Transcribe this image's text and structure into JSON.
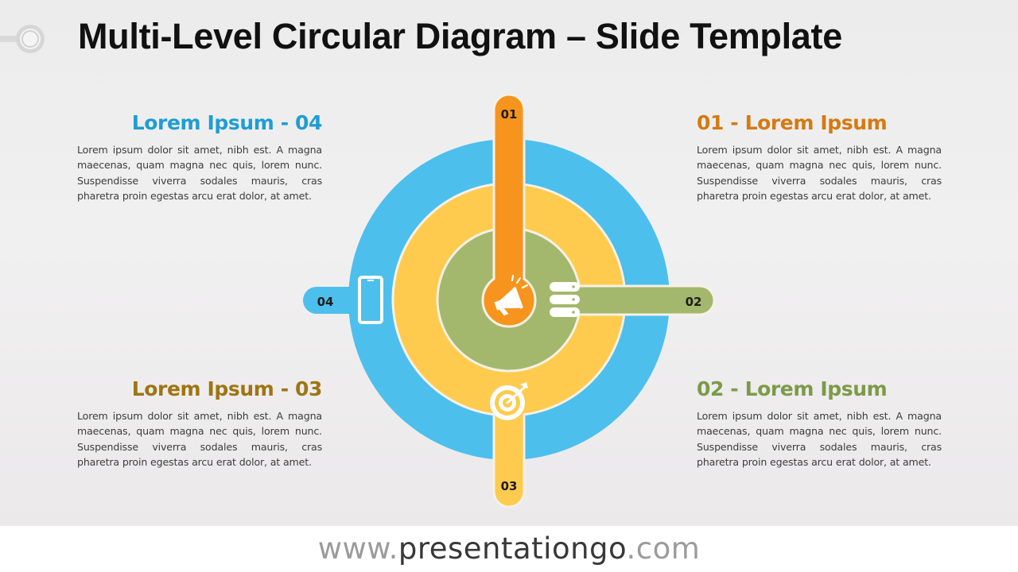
{
  "slide": {
    "title": "Multi-Level Circular Diagram – Slide Template"
  },
  "blocks": {
    "top_left": {
      "heading": "Lorem Ipsum - 04",
      "color": "#1e9dd5",
      "text": "Lorem ipsum dolor sit amet, nibh est. A magna maecenas, quam magna nec quis, lorem nunc. Suspendisse viverra sodales mauris, cras pharetra proin egestas arcu erat dolor, at amet."
    },
    "top_right": {
      "heading": "01 - Lorem Ipsum",
      "color": "#d57a12",
      "text": "Lorem ipsum dolor sit amet, nibh est. A magna maecenas, quam magna nec quis, lorem nunc. Suspendisse viverra sodales mauris, cras pharetra proin egestas arcu erat dolor, at amet."
    },
    "bottom_left": {
      "heading": "Lorem Ipsum - 03",
      "color": "#9e7512",
      "text": "Lorem ipsum dolor sit amet, nibh est. A magna maecenas, quam magna nec quis, lorem nunc. Suspendisse viverra sodales mauris, cras pharetra proin egestas arcu erat dolor, at amet."
    },
    "bottom_right": {
      "heading": "02 - Lorem Ipsum",
      "color": "#7d9a48",
      "text": "Lorem ipsum dolor sit amet, nibh est. A magna maecenas, quam magna nec quis, lorem nunc. Suspendisse viverra sodales mauris, cras pharetra proin egestas arcu erat dolor, at amet."
    }
  },
  "diagram": {
    "levels": [
      {
        "number": "01",
        "color": "#f7941d",
        "icon": "megaphone-icon"
      },
      {
        "number": "02",
        "color": "#a3b86c",
        "icon": "database-icon"
      },
      {
        "number": "03",
        "color": "#fecb4e",
        "icon": "target-icon"
      },
      {
        "number": "04",
        "color": "#4dbfed",
        "icon": "smartphone-icon"
      }
    ]
  },
  "footer": {
    "prefix": "www.",
    "brand": "presentationgo",
    "suffix": ".com"
  }
}
